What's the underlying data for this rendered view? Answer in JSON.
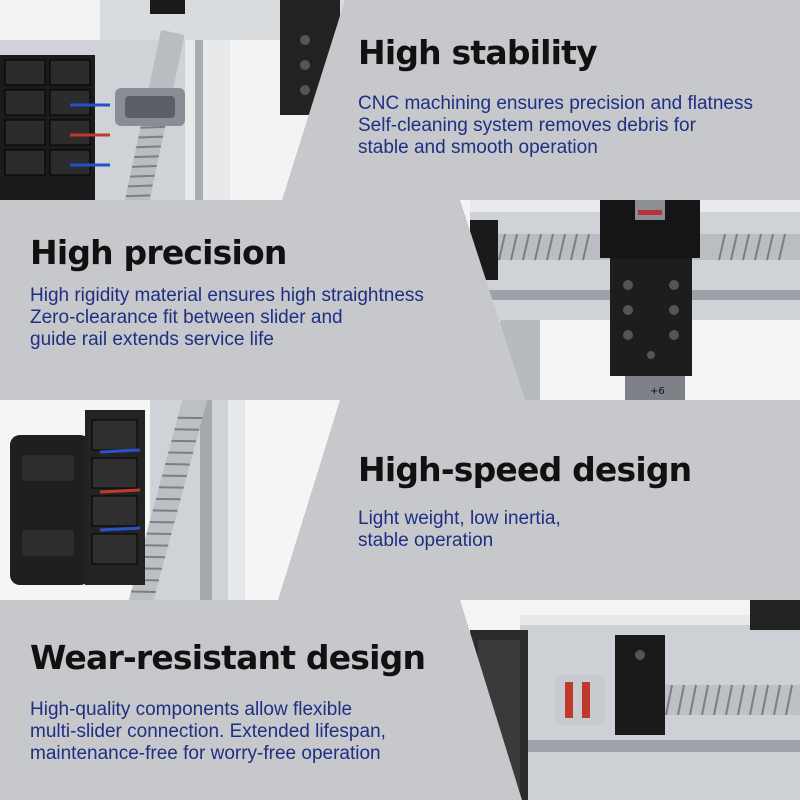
{
  "colors": {
    "panel": "#c6c8cc",
    "panel_dark": "#b8bbc0",
    "heading": "#111111",
    "body_text": "#1f2f82"
  },
  "sections": [
    {
      "title": "High stability",
      "lines": [
        "CNC machining ensures precision and flatness",
        "Self-cleaning system removes debris for",
        "stable and smooth operation"
      ]
    },
    {
      "title": "High precision",
      "lines": [
        "High rigidity material ensures high straightness",
        "Zero-clearance fit between slider and",
        "guide rail extends service life"
      ]
    },
    {
      "title": "High-speed design",
      "lines": [
        "Light weight, low inertia,",
        "stable operation"
      ]
    },
    {
      "title": "Wear-resistant design",
      "lines": [
        "High-quality components allow flexible",
        "multi-slider connection. Extended lifespan,",
        "maintenance-free for worry-free operation"
      ]
    }
  ],
  "product_marks": {
    "nut_marking": "+6"
  }
}
